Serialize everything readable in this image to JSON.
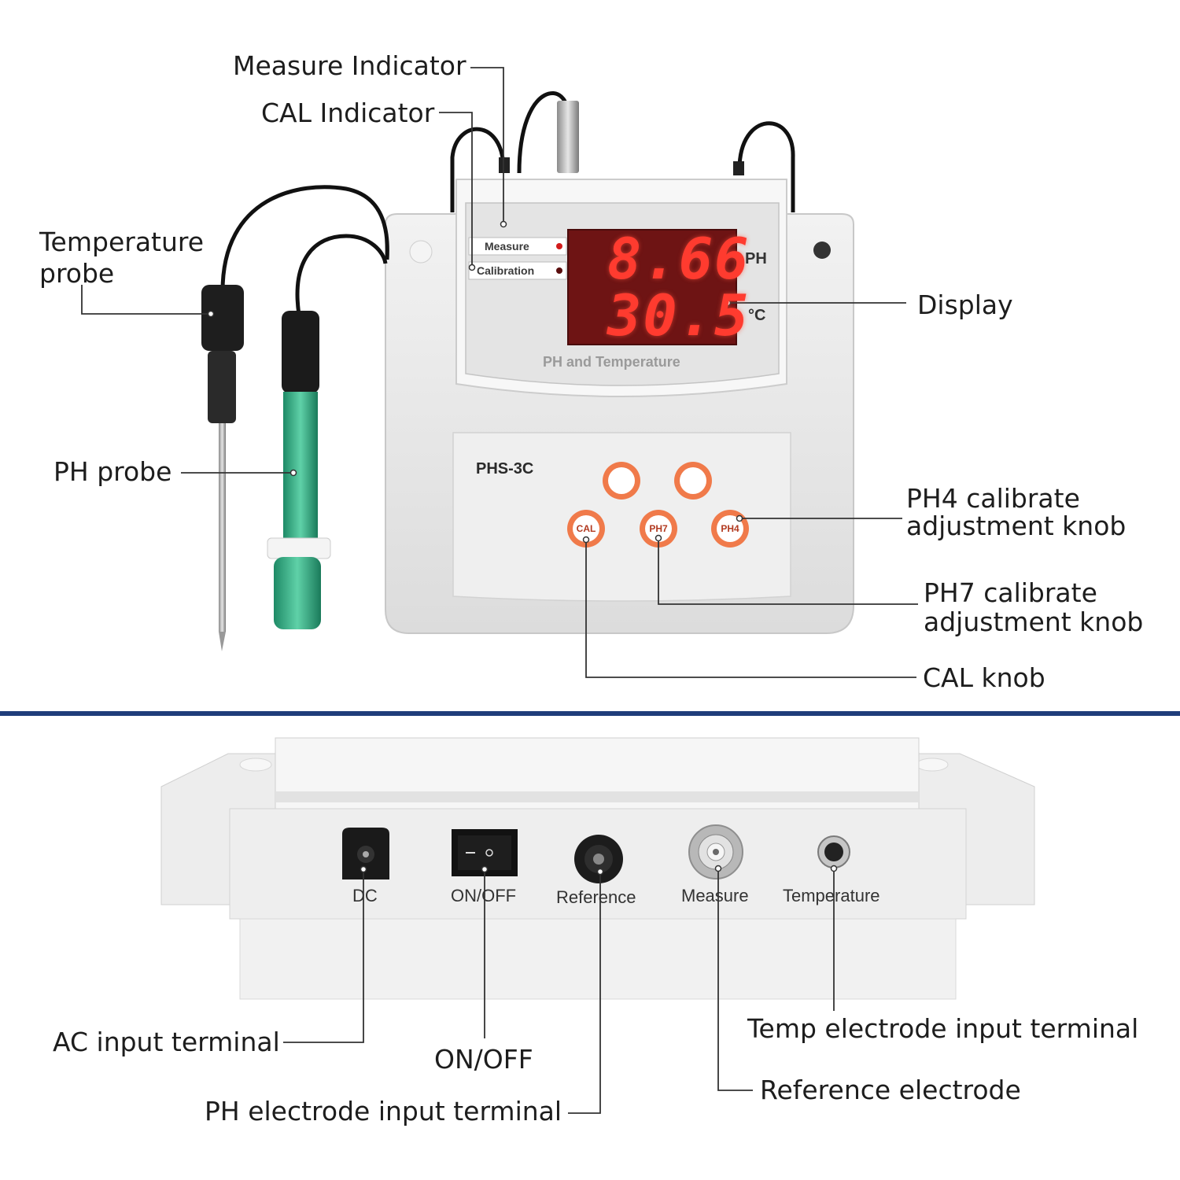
{
  "device": {
    "model": "PHS-3C",
    "panel_title": "PH and Temperature",
    "indicator_measure": "Measure",
    "indicator_calibration": "Calibration",
    "display_ph": "8.66",
    "display_temp": "30.5",
    "unit_ph": "PH",
    "unit_temp": "°C",
    "knob_cal": "CAL",
    "knob_ph7": "PH7",
    "knob_ph4": "PH4"
  },
  "rear_panel": {
    "dc": "DC",
    "on_off": "ON/OFF",
    "reference": "Reference",
    "measure": "Measure",
    "temperature": "Temperature"
  },
  "callouts": {
    "measure_indicator": "Measure Indicator",
    "cal_indicator": "CAL Indicator",
    "temperature_probe_1": "Temperature",
    "temperature_probe_2": "probe",
    "ph_probe": "PH probe",
    "display": "Display",
    "ph4_knob_1": "PH4 calibrate",
    "ph4_knob_2": "adjustment knob",
    "ph7_knob_1": "PH7 calibrate",
    "ph7_knob_2": "adjustment knob",
    "cal_knob": "CAL knob",
    "ac_input": "AC input terminal",
    "on_off": "ON/OFF",
    "ph_electrode": "PH electrode input terminal",
    "temp_electrode": "Temp electrode input terminal",
    "reference_electrode": "Reference electrode"
  },
  "colors": {
    "divider": "#1f3d7a",
    "display_bg": "#6e1414",
    "segment": "#ff3b2f",
    "knob_ring": "#f07a4a",
    "probe_green": "#2aa37a"
  }
}
